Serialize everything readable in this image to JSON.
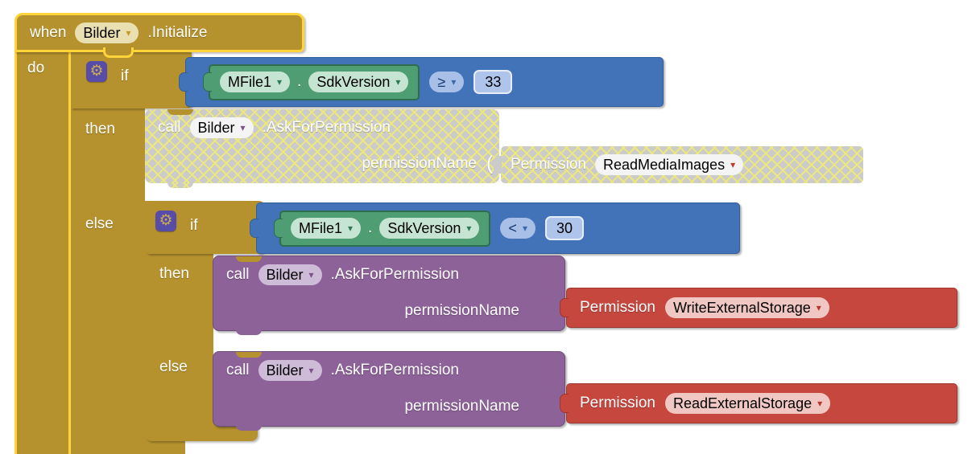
{
  "icons": {
    "gear": "⚙",
    "dropdown": "▾",
    "socket_open": "("
  },
  "colors": {
    "selected_outline": "#FFD43B",
    "event_gold": "#B6922E",
    "logic_blue": "#4273B8",
    "getter_green": "#4E9D73",
    "call_purple": "#8D6299",
    "helper_red": "#C5473E",
    "disabled_gray": "#CBCBCB",
    "disabled_hatch": "#ECE87E"
  },
  "when_block": {
    "keyword": "when",
    "component": "Bilder",
    "event": ".Initialize",
    "do_label": "do"
  },
  "outer_if": {
    "if_label": "if",
    "then_label": "then",
    "else_label": "else",
    "condition": {
      "component": "MFile1",
      "dot": ".",
      "property": "SdkVersion",
      "operator": "≥",
      "value": "33"
    },
    "then_call": {
      "keyword": "call",
      "component": "Bilder",
      "method": ".AskForPermission",
      "param": "permissionName",
      "socket": "(",
      "argument": {
        "label": "Permission",
        "value": "ReadMediaImages"
      },
      "disabled": true
    }
  },
  "inner_if": {
    "if_label": "if",
    "then_label": "then",
    "else_label": "else",
    "condition": {
      "component": "MFile1",
      "dot": ".",
      "property": "SdkVersion",
      "operator": "<",
      "value": "30"
    },
    "then_call": {
      "keyword": "call",
      "component": "Bilder",
      "method": ".AskForPermission",
      "param": "permissionName",
      "argument": {
        "label": "Permission",
        "value": "WriteExternalStorage"
      }
    },
    "else_call": {
      "keyword": "call",
      "component": "Bilder",
      "method": ".AskForPermission",
      "param": "permissionName",
      "argument": {
        "label": "Permission",
        "value": "ReadExternalStorage"
      }
    }
  }
}
